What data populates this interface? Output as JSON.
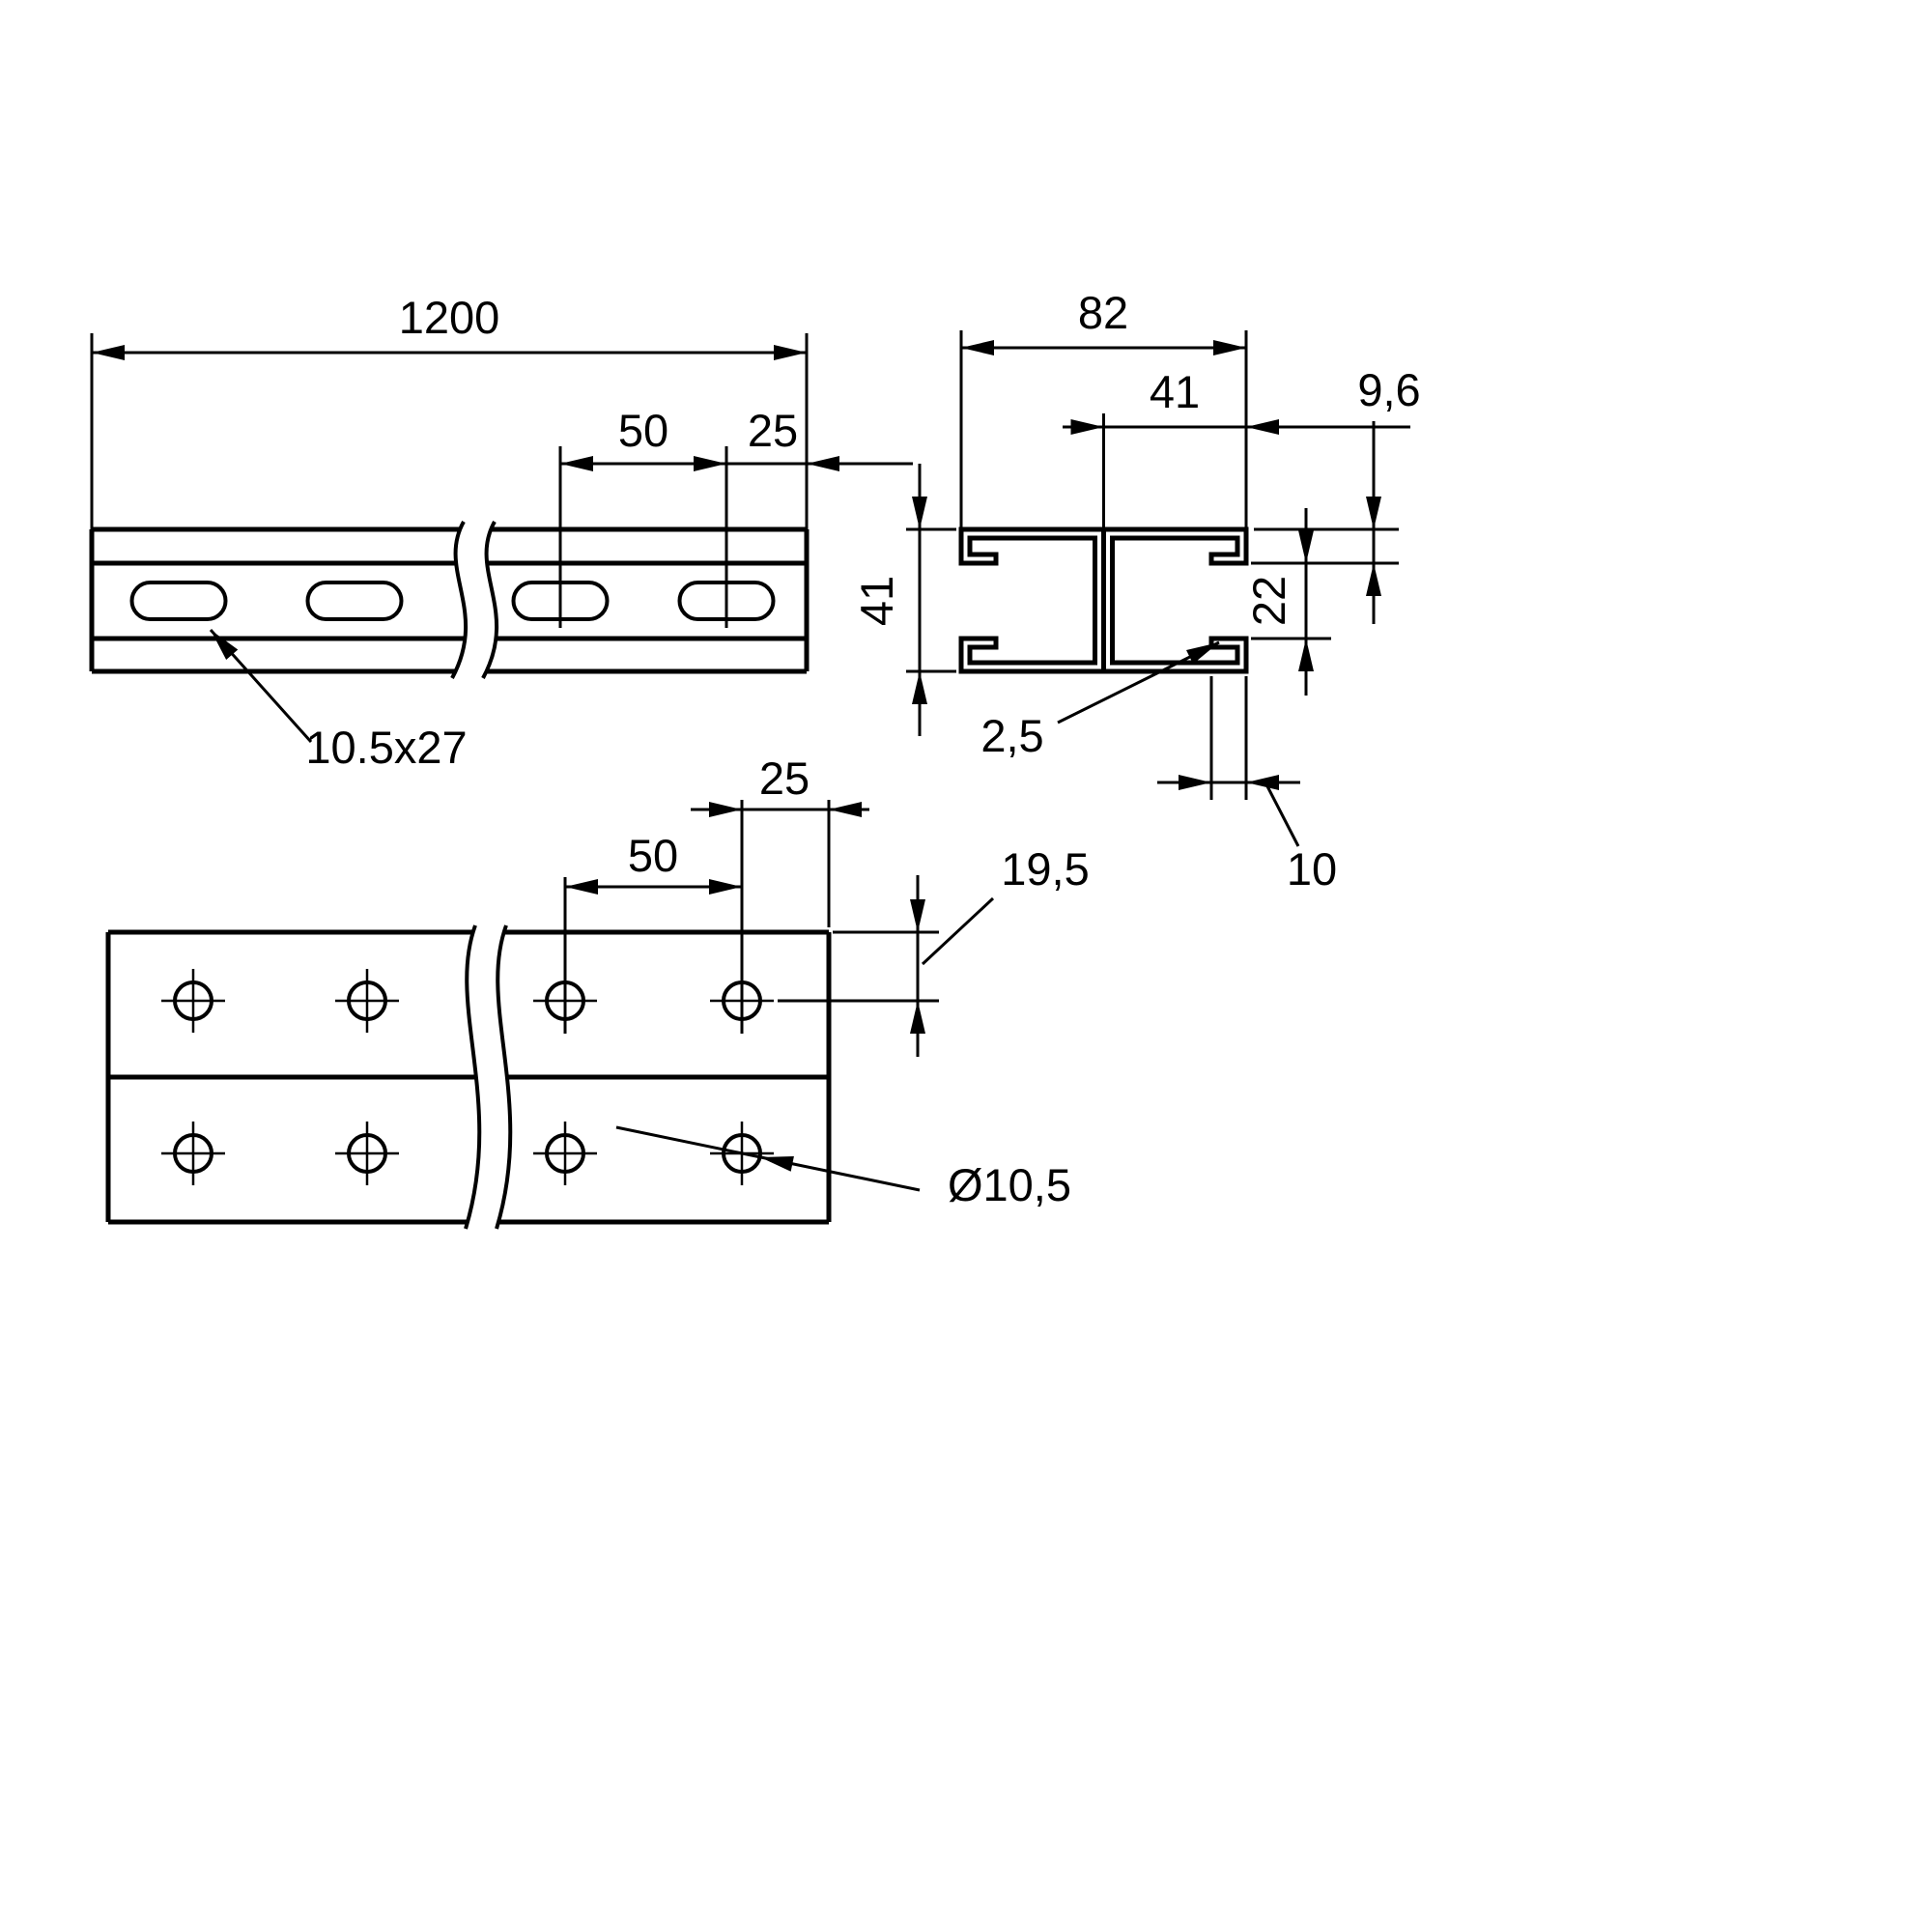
{
  "side_view": {
    "length": "1200",
    "slot_spacing": "50",
    "slot_to_end": "25",
    "slot_size": "10.5x27"
  },
  "cross_section": {
    "width": "82",
    "half_width": "41",
    "lip_depth": "9,6",
    "height": "41",
    "opening": "22",
    "thickness": "2,5",
    "lip_return": "10"
  },
  "bottom_view": {
    "hole_to_end": "25",
    "hole_spacing": "50",
    "edge_distance": "19,5",
    "hole_diameter": "Ø10,5"
  }
}
